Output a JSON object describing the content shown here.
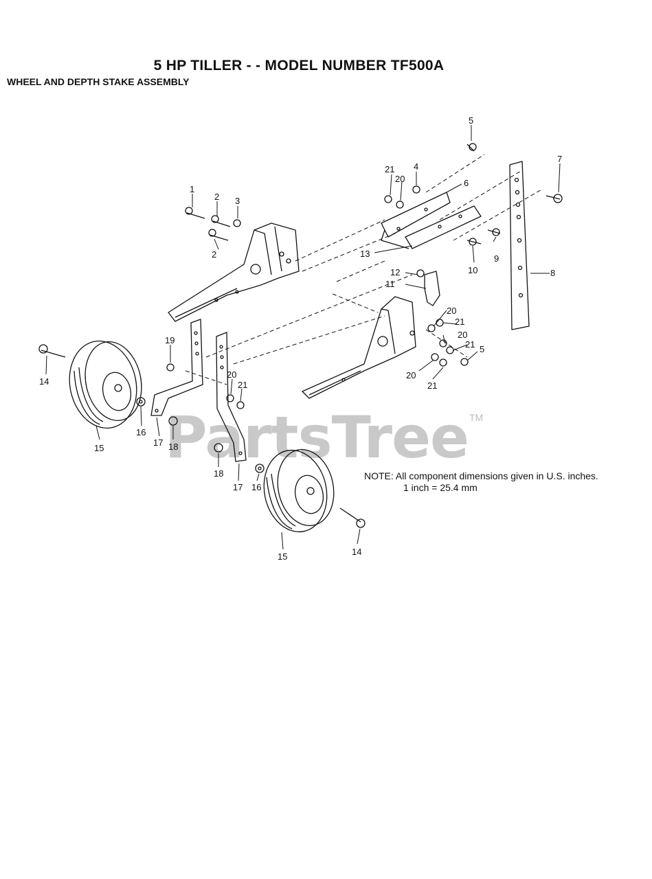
{
  "header": {
    "title": "5 HP TILLER - - MODEL NUMBER TF500A",
    "subtitle": "WHEEL AND DEPTH STAKE ASSEMBLY"
  },
  "watermark": {
    "text": "PartsTree",
    "tm": "TM"
  },
  "note": {
    "line1": "NOTE:  All component dimensions given in U.S. inches.",
    "line2": "1 inch = 25.4 mm"
  },
  "callouts": {
    "c1": "1",
    "c2a": "2",
    "c2b": "2",
    "c3": "3",
    "c4": "4",
    "c5a": "5",
    "c5b": "5",
    "c6": "6",
    "c7": "7",
    "c8": "8",
    "c9": "9",
    "c10": "10",
    "c11": "11",
    "c12": "12",
    "c13": "13",
    "c14a": "14",
    "c14b": "14",
    "c15a": "15",
    "c15b": "15",
    "c16a": "16",
    "c16b": "16",
    "c17a": "17",
    "c17b": "17",
    "c18a": "18",
    "c18b": "18",
    "c19": "19",
    "c20a": "20",
    "c20b": "20",
    "c20c": "20",
    "c20d": "20",
    "c20e": "20",
    "c21a": "21",
    "c21b": "21",
    "c21c": "21",
    "c21d": "21",
    "c21e": "21"
  }
}
